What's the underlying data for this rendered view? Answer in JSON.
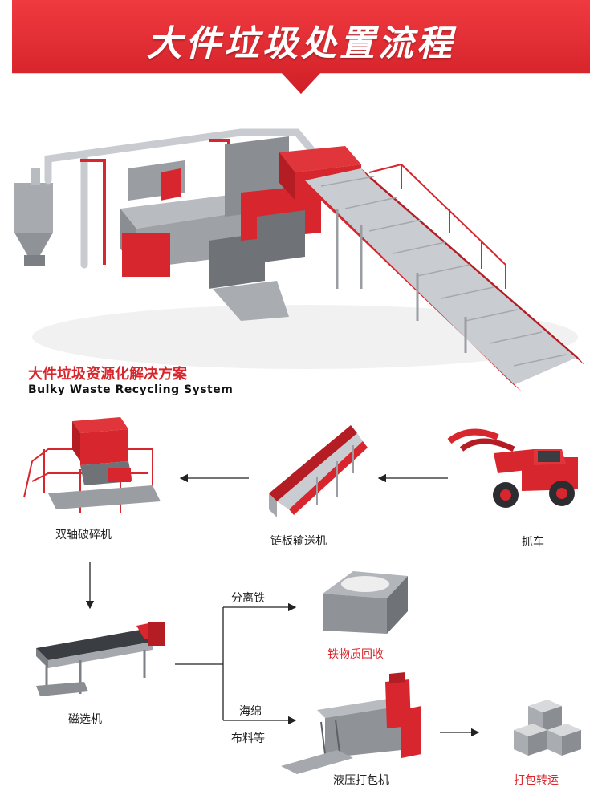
{
  "banner": {
    "title": "大件垃圾处置流程",
    "color": "#e0252d"
  },
  "system": {
    "title_cn": "大件垃圾资源化解决方案",
    "title_en": "Bulky Waste Recycling System"
  },
  "flow": {
    "shredder": "双轴破碎机",
    "conveyor": "链板输送机",
    "grab": "抓车",
    "magnet": "磁选机",
    "branch_iron": "分离铁",
    "iron_result": "铁物质回收",
    "branch_other_1": "海绵",
    "branch_other_2": "布料等",
    "baler": "液压打包机",
    "bale_result": "打包转运"
  },
  "colors": {
    "machine_red": "#d7262e",
    "machine_gray": "#8a8d92",
    "accent_text": "#d9262c"
  }
}
